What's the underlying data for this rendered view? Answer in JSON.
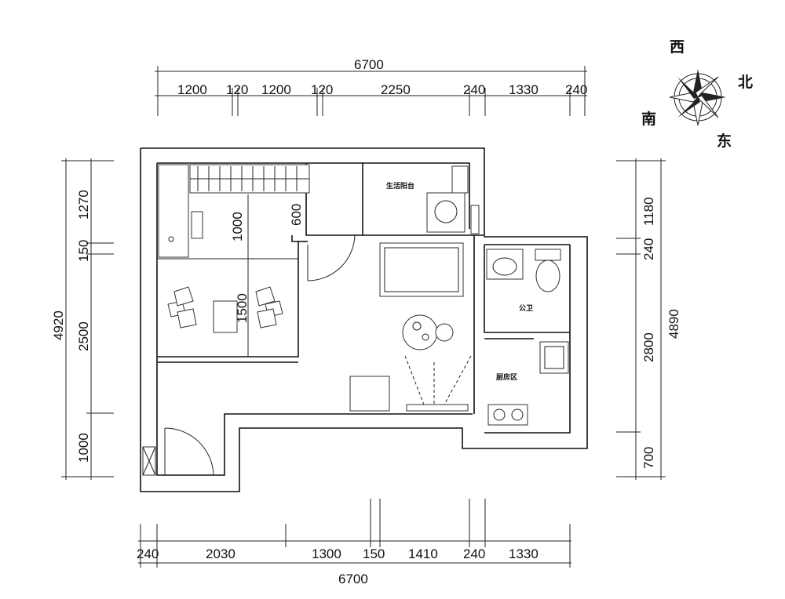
{
  "compass": {
    "north": "北",
    "south": "南",
    "east": "东",
    "west": "西"
  },
  "top_dims": {
    "total": "6700",
    "segments": [
      "1200",
      "120",
      "1200",
      "120",
      "2250",
      "240",
      "1330",
      "240"
    ]
  },
  "bottom_dims": {
    "total": "6700",
    "segments": [
      "240",
      "2030",
      "1300",
      "150",
      "1410",
      "240",
      "1330"
    ]
  },
  "left_dims": {
    "total": "4920",
    "segments": [
      "1270",
      "150",
      "2500",
      "1000"
    ]
  },
  "right_dims": {
    "total": "4890",
    "segments": [
      "1180",
      "240",
      "2800",
      "700"
    ]
  },
  "inner_dims": {
    "desk_depth": "1000",
    "bed_width": "1500",
    "cabinet": "600"
  },
  "rooms": {
    "balcony": "生活阳台",
    "bathroom": "公卫",
    "kitchen": "厨房区"
  }
}
